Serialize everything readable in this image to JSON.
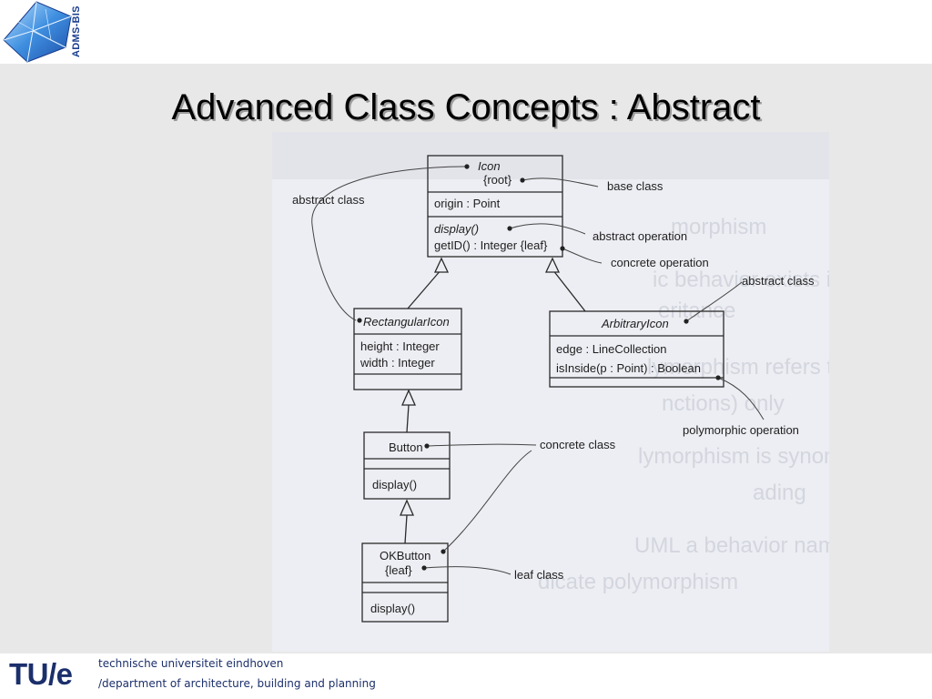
{
  "header": {
    "logo_text": "ADMS-BIS"
  },
  "slide": {
    "title": "Advanced Class Concepts : Abstract"
  },
  "diagram": {
    "classes": {
      "icon": {
        "name": "Icon",
        "stereotype": "{root}",
        "attributes": [
          "origin : Point"
        ],
        "operations": [
          "display()",
          "getID() : Integer {leaf}"
        ]
      },
      "rectangular": {
        "name": "RectangularIcon",
        "attributes": [
          "height : Integer",
          "width : Integer"
        ]
      },
      "arbitrary": {
        "name": "ArbitraryIcon",
        "attributes": [
          "edge : LineCollection",
          "isInside(p : Point) : Boolean"
        ]
      },
      "button": {
        "name": "Button",
        "operations": [
          "display()"
        ]
      },
      "okbutton": {
        "name": "OKButton",
        "stereotype": "{leaf}",
        "operations": [
          "display()"
        ]
      }
    },
    "annotations": {
      "abstract_class_left": "abstract class",
      "base_class": "base class",
      "abstract_operation": "abstract operation",
      "concrete_operation": "concrete operation",
      "abstract_class_right": "abstract class",
      "polymorphic_operation": "polymorphic operation",
      "concrete_class": "concrete class",
      "leaf_class": "leaf class"
    },
    "faded_background_text": [
      "morphism",
      "ic behavior exists in the context",
      "eritance",
      "lymorphism refers to behavior (member",
      "nctions) only",
      "lymorphism is synonymous with dynamic",
      "ading",
      "UML a behavior name in italics is used",
      "dicate polymorphism"
    ]
  },
  "footer": {
    "logo": "TU/e",
    "university": "technische universiteit eindhoven",
    "department": "/department of architecture, building and planning"
  }
}
